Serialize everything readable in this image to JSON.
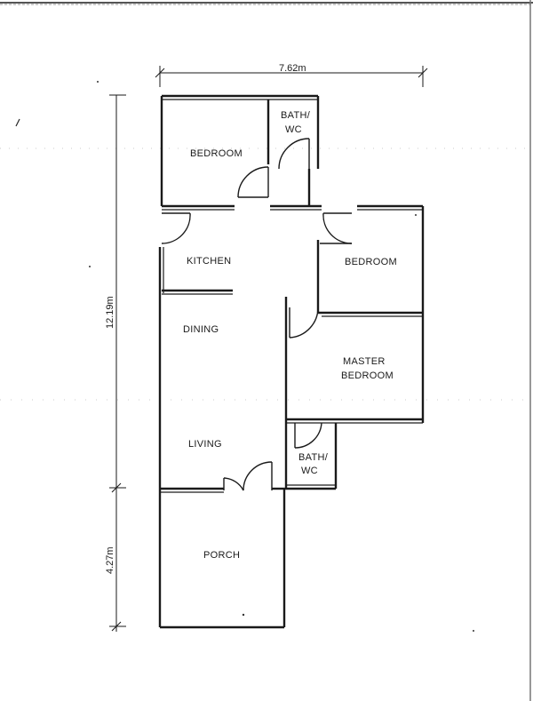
{
  "dimensions": {
    "width_label": "7.62m",
    "height_main_label": "12.19m",
    "height_porch_label": "4.27m"
  },
  "rooms": {
    "bedroom_top": "BEDROOM",
    "bath_top_line1": "BATH/",
    "bath_top_line2": "WC",
    "kitchen": "KITCHEN",
    "bedroom_right": "BEDROOM",
    "dining": "DINING",
    "master_line1": "MASTER",
    "master_line2": "BEDROOM",
    "living": "LIVING",
    "bath_bottom_line1": "BATH/",
    "bath_bottom_line2": "WC",
    "porch": "PORCH"
  }
}
